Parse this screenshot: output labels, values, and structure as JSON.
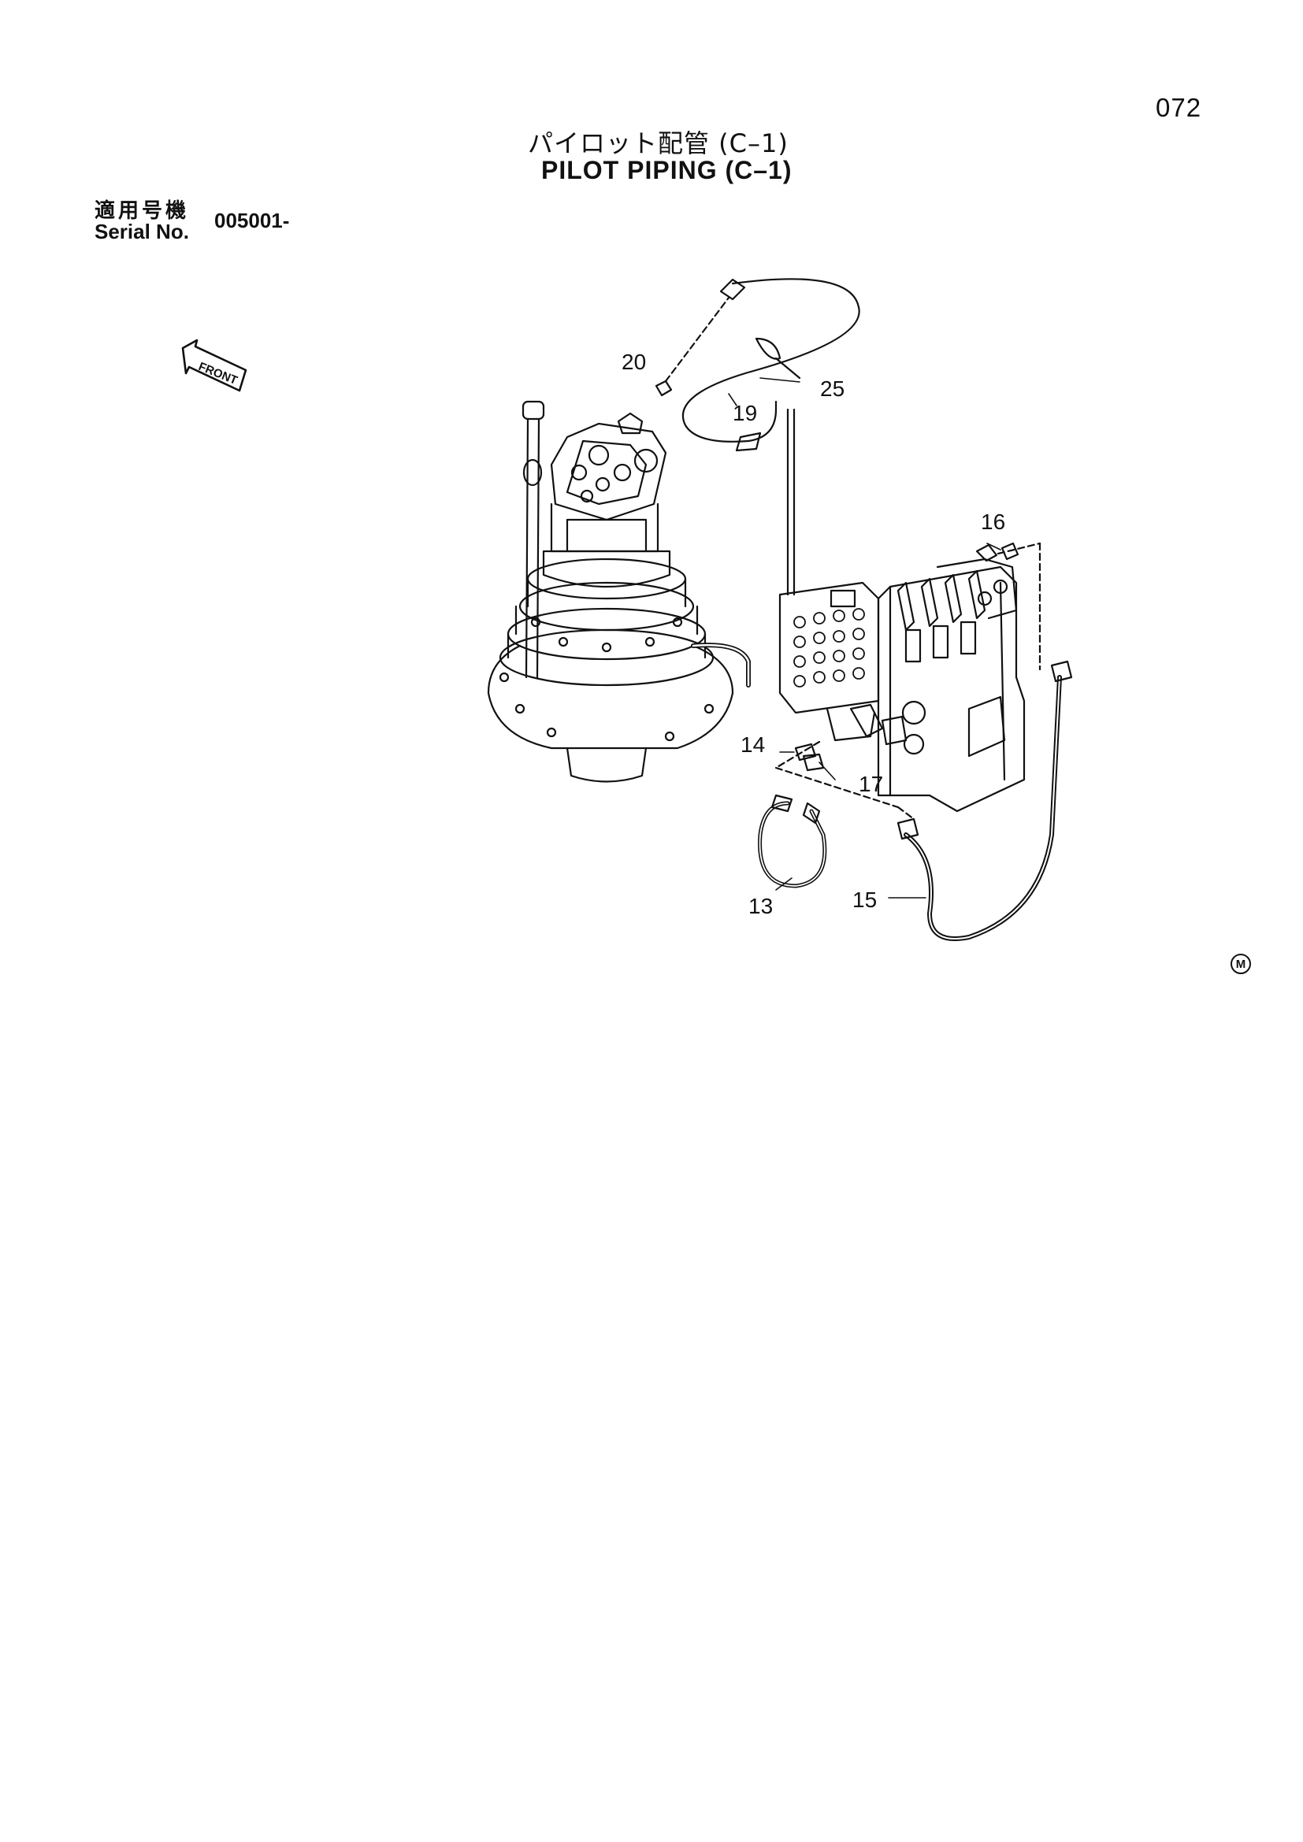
{
  "page": {
    "number": "072"
  },
  "title": {
    "jp": "パイロット配管 (C–1)",
    "en": "PILOT PIPING (C–1)"
  },
  "serial": {
    "label_jp": "適用号機",
    "label_en": "Serial No.",
    "value": "005001-"
  },
  "front_marker": {
    "label": "FRONT"
  },
  "callouts": [
    {
      "id": "c20",
      "label": "20"
    },
    {
      "id": "c25",
      "label": "25"
    },
    {
      "id": "c19",
      "label": "19"
    },
    {
      "id": "c16",
      "label": "16"
    },
    {
      "id": "c14",
      "label": "14"
    },
    {
      "id": "c17",
      "label": "17"
    },
    {
      "id": "c13",
      "label": "13"
    },
    {
      "id": "c15",
      "label": "15"
    }
  ],
  "corner_mark": {
    "label": "M"
  }
}
